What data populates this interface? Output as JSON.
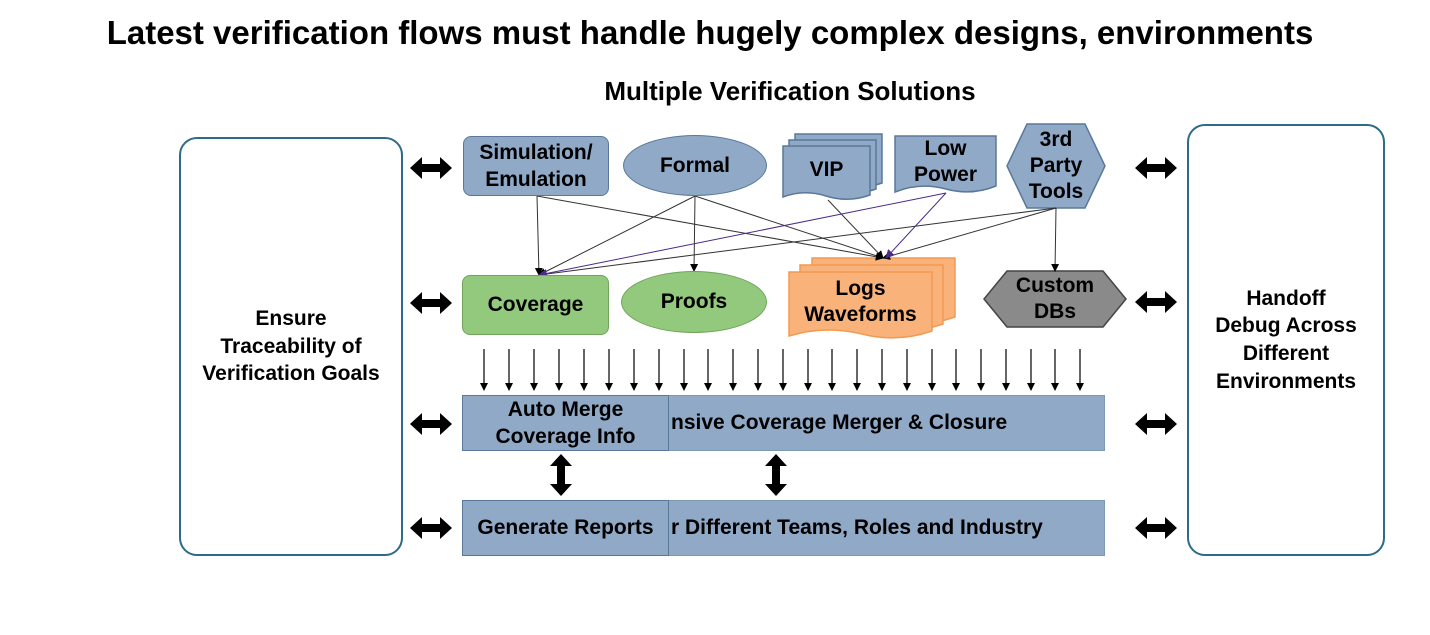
{
  "title": "Latest verification flows must handle hugely complex designs, environments",
  "subtitle": "Multiple Verification Solutions",
  "left_box": "Ensure\nTraceability of\nVerification Goals",
  "right_box": "Handoff\nDebug Across\nDifferent\nEnvironments",
  "sources": {
    "simulation": "Simulation/\nEmulation",
    "formal": "Formal",
    "vip": "VIP",
    "low_power": "Low\nPower",
    "third_party": "3rd\nParty\nTools"
  },
  "outputs": {
    "coverage": "Coverage",
    "proofs": "Proofs",
    "logs": "Logs\nWaveforms",
    "custom_dbs": "Custom\nDBs"
  },
  "merger_bar": "nsive Coverage Merger & Closure",
  "auto_merge": "Auto Merge\nCoverage Info",
  "reports_bar": "r Different Teams, Roles and Industry",
  "generate_reports": "Generate Reports",
  "colors": {
    "blue_fill": "#8fa9c7",
    "green_fill": "#93c97c",
    "orange_fill": "#f9b27a",
    "gray_fill": "#8a8a8a",
    "box_border": "#2e6b86"
  }
}
